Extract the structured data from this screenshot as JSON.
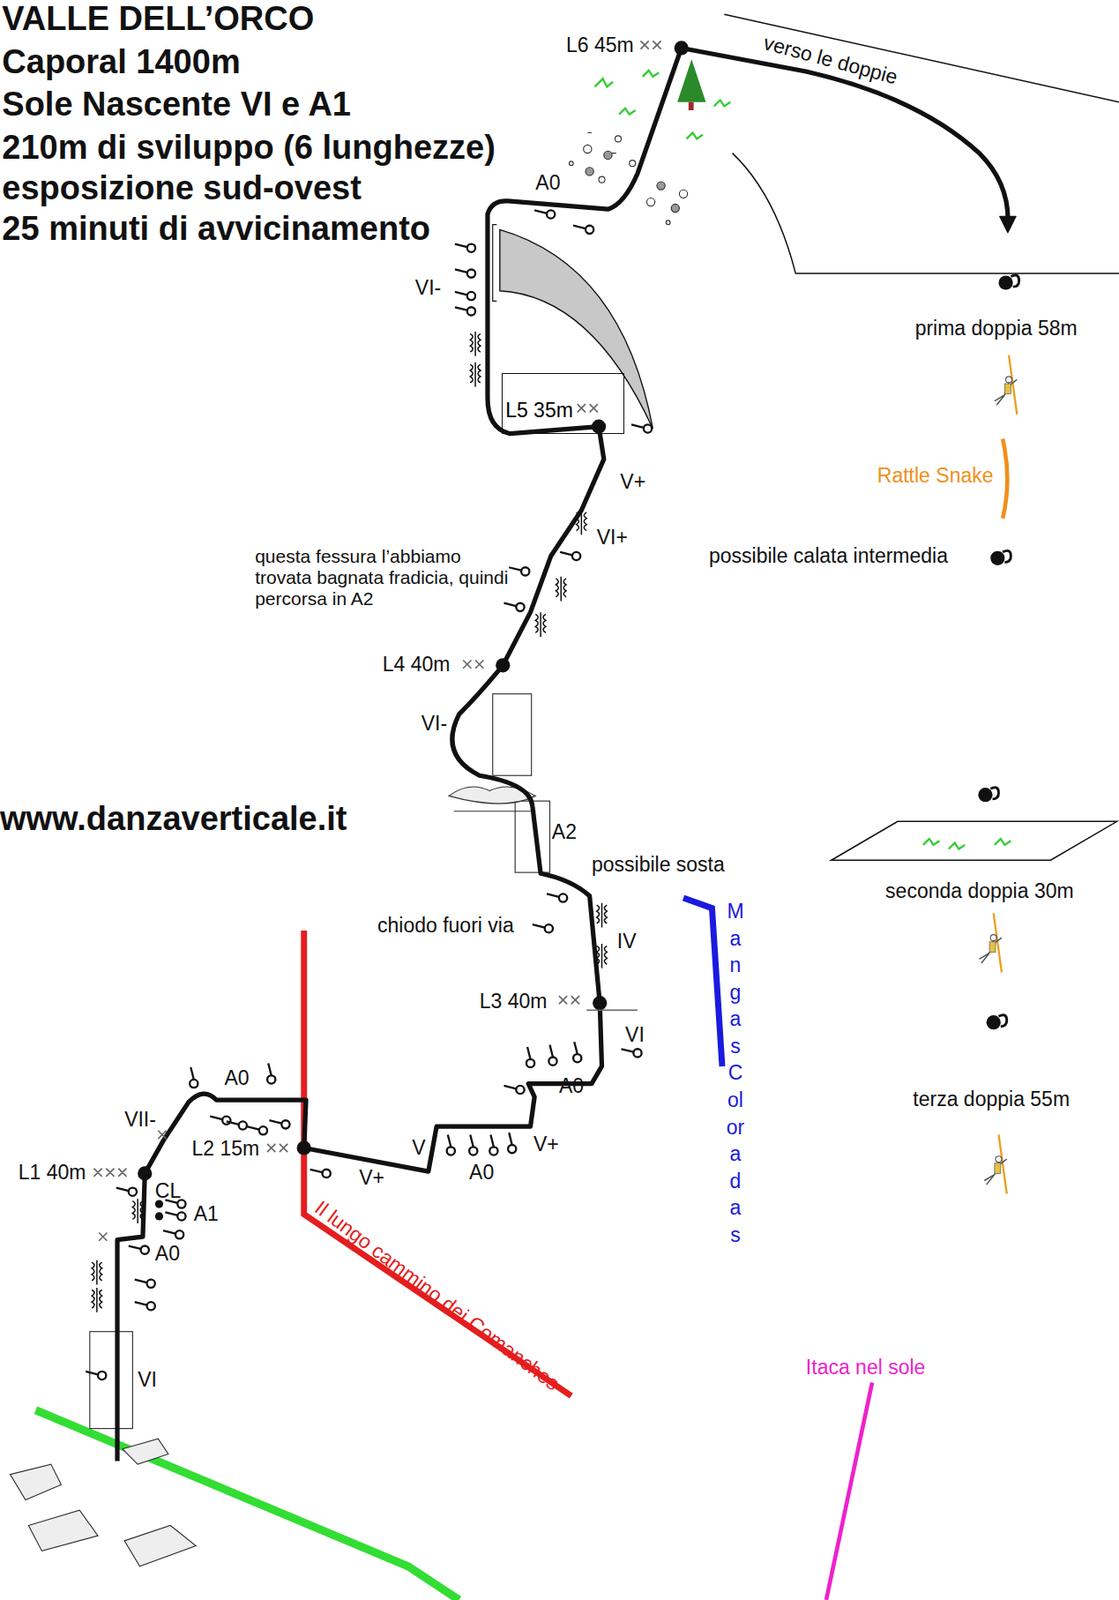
{
  "diagram": {
    "title": "VALLE DELL’ORCO",
    "nodes": [
      {
        "text": [
          "L5 35m"
        ]
      }
    ],
    "labels": [
      "Caporal 1400m",
      "Sole Nascente VI e A1",
      "210m di sviluppo (6 lunghezze)",
      "esposizione sud-ovest",
      "25 minuti di avvicinamento",
      "L6 45m",
      "verso le doppie",
      "A0",
      "VI-",
      "V+",
      "VI+",
      "questa fessura l’abbiamo trovata bagnata fradicia, quindi percorsa in A2",
      "L4 40m",
      "VI-",
      "A2",
      "possibile sosta",
      "chiodo fuori via",
      "IV",
      "L3 40m",
      "VI",
      "A0",
      "V+",
      "A0",
      "V",
      "V+",
      "L2 15m",
      "A0",
      "VII-",
      "L1 40m",
      "CL",
      "A1",
      "A0",
      "VI",
      "www.danzaverticale.it",
      "prima doppia 58m",
      "Rattle Snake",
      "possibile calata intermedia",
      "seconda doppia 30m",
      "terza doppia 55m",
      "Mangas Coloradas",
      "Il lungo cammino dei Comanches",
      "Itaca nel sole"
    ]
  }
}
